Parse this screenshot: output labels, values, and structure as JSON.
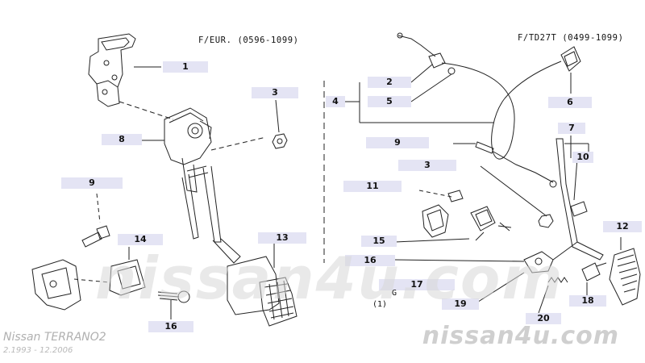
{
  "diagram": {
    "variants": {
      "left": "F/EUR. (0596-1099)",
      "right": "F/TD27T (0499-1099)"
    },
    "callouts": {
      "l1": "1",
      "l3": "3",
      "l8": "8",
      "l9": "9",
      "l13": "13",
      "l14": "14",
      "l16": "16",
      "r2": "2",
      "r4": "4",
      "r5": "5",
      "r6": "6",
      "r7": "7",
      "r9": "9",
      "r10": "10",
      "r3": "3",
      "r11": "11",
      "r12": "12",
      "r15": "15",
      "r16": "16",
      "r17": "17",
      "r18": "18",
      "r19": "19",
      "r20": "20"
    },
    "notes": {
      "g": "G",
      "ref": "(1)"
    },
    "colors": {
      "callout_bg": "#e4e4f4",
      "line": "#222222"
    }
  },
  "footer": {
    "model": "Nissan TERRANO2",
    "years": "2.1993 - 12.2006",
    "brand": "nissan4u.com",
    "watermark": "nissan4u.com"
  }
}
